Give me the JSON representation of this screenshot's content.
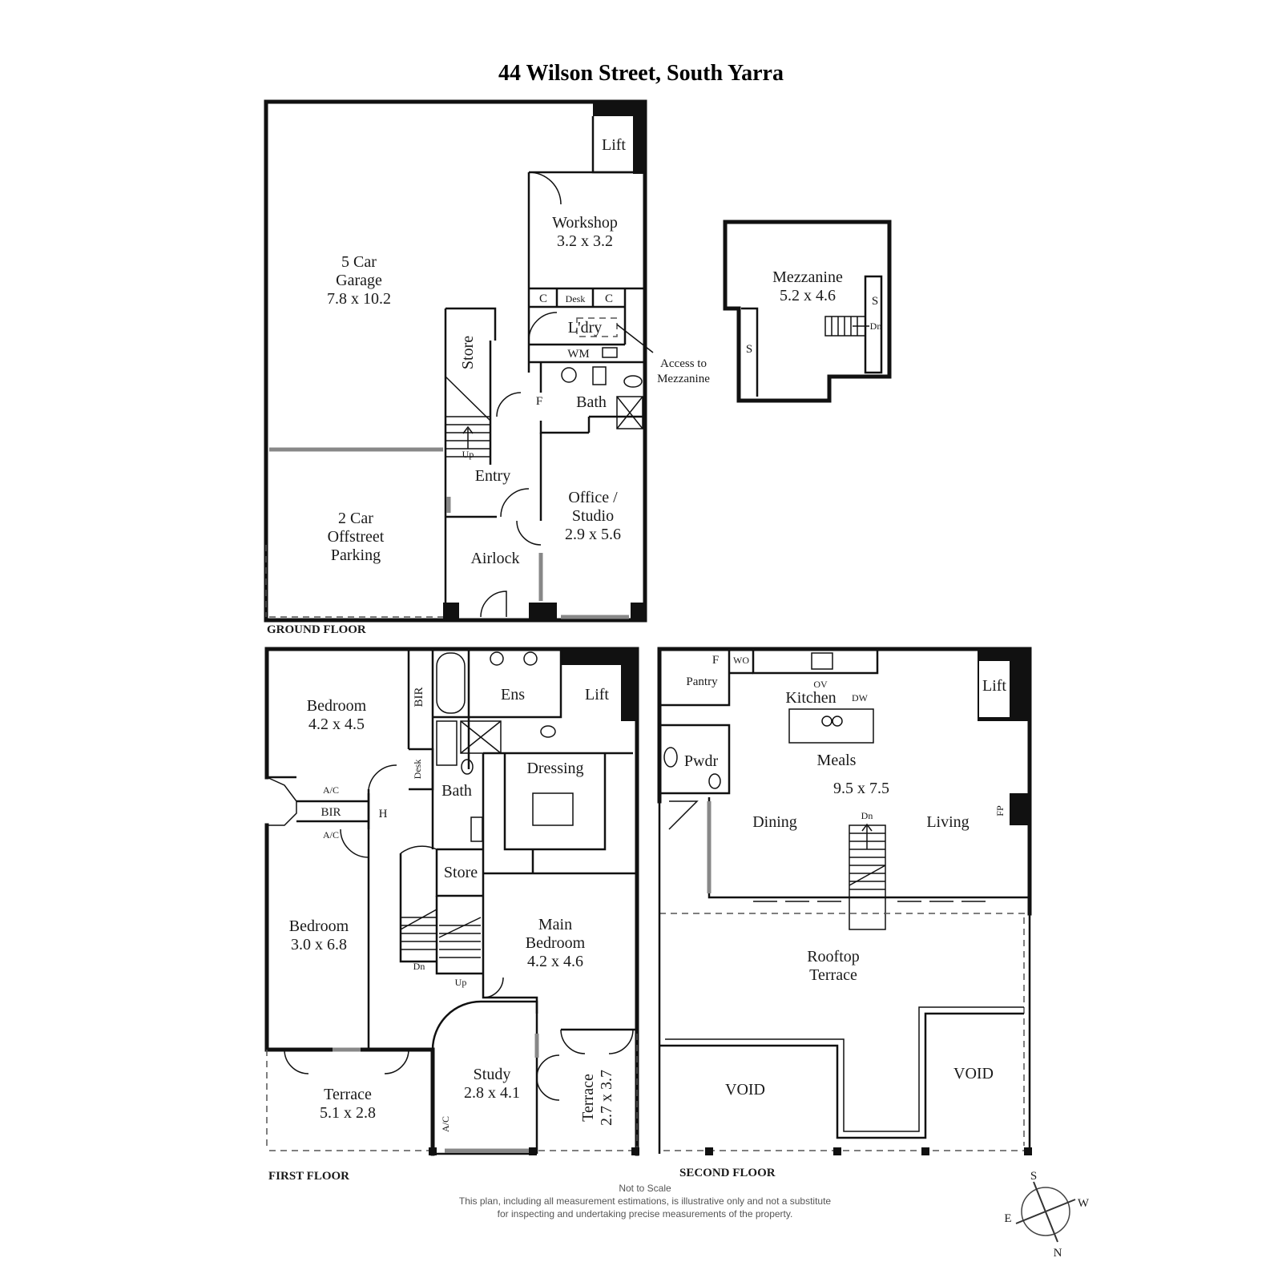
{
  "title": "44 Wilson Street, South Yarra",
  "floors": {
    "ground": "GROUND FLOOR",
    "first": "FIRST FLOOR",
    "second": "SECOND FLOOR"
  },
  "rooms": {
    "garage_1": "5 Car",
    "garage_2": "Garage",
    "garage_dim": "7.8 x 10.2",
    "lift_g": "Lift",
    "workshop": "Workshop",
    "workshop_dim": "3.2 x 3.2",
    "c_left": "C",
    "desk_g": "Desk",
    "c_right": "C",
    "ldry": "L'dry",
    "wm": "WM",
    "store_g": "Store",
    "f_g": "F",
    "bath_g": "Bath",
    "access_1": "Access to",
    "access_2": "Mezzanine",
    "up_g": "Up",
    "entry": "Entry",
    "office_1": "Office /",
    "office_2": "Studio",
    "office_dim": "2.9 x 5.6",
    "parking_1": "2 Car",
    "parking_2": "Offstreet",
    "parking_3": "Parking",
    "airlock": "Airlock",
    "mezz": "Mezzanine",
    "mezz_dim": "5.2 x 4.6",
    "s_a": "S",
    "s_b": "S",
    "dn_mezz": "Dn",
    "bed1": "Bedroom",
    "bed1_dim": "4.2 x 4.5",
    "bir_a": "BIR",
    "bir_b": "BIR",
    "ac_a": "A/C",
    "ac_b": "A/C",
    "h": "H",
    "ens": "Ens",
    "lift_f": "Lift",
    "desk_f": "Desk",
    "bath_f": "Bath",
    "dressing": "Dressing",
    "store_f": "Store",
    "bed2": "Bedroom",
    "bed2_dim": "3.0 x 6.8",
    "dn_f": "Dn",
    "up_f": "Up",
    "main_1": "Main",
    "main_2": "Bedroom",
    "main_dim": "4.2 x 4.6",
    "terrace_a": "Terrace",
    "terrace_a_dim": "5.1 x 2.8",
    "study": "Study",
    "study_dim": "2.8 x 4.1",
    "ac_c": "A/C",
    "terrace_b": "Terrace",
    "terrace_b_dim": "2.7 x 3.7",
    "f_s": "F",
    "wo": "WO",
    "pantry": "Pantry",
    "ov": "OV",
    "kitchen": "Kitchen",
    "dw": "DW",
    "lift_s": "Lift",
    "pwdr": "Pwdr",
    "meals": "Meals",
    "meals_dim": "9.5 x 7.5",
    "dn_s": "Dn",
    "dining": "Dining",
    "living": "Living",
    "fp": "FP",
    "rooftop_1": "Rooftop",
    "rooftop_2": "Terrace",
    "void_a": "VOID",
    "void_b": "VOID"
  },
  "disclaimer": {
    "line1": "Not to Scale",
    "line2": "This plan, including all measurement estimations, is illustrative only and not a substitute",
    "line3": "for inspecting and undertaking precise measurements of the property."
  },
  "compass": {
    "s": "S",
    "w": "W",
    "e": "E",
    "n": "N"
  }
}
